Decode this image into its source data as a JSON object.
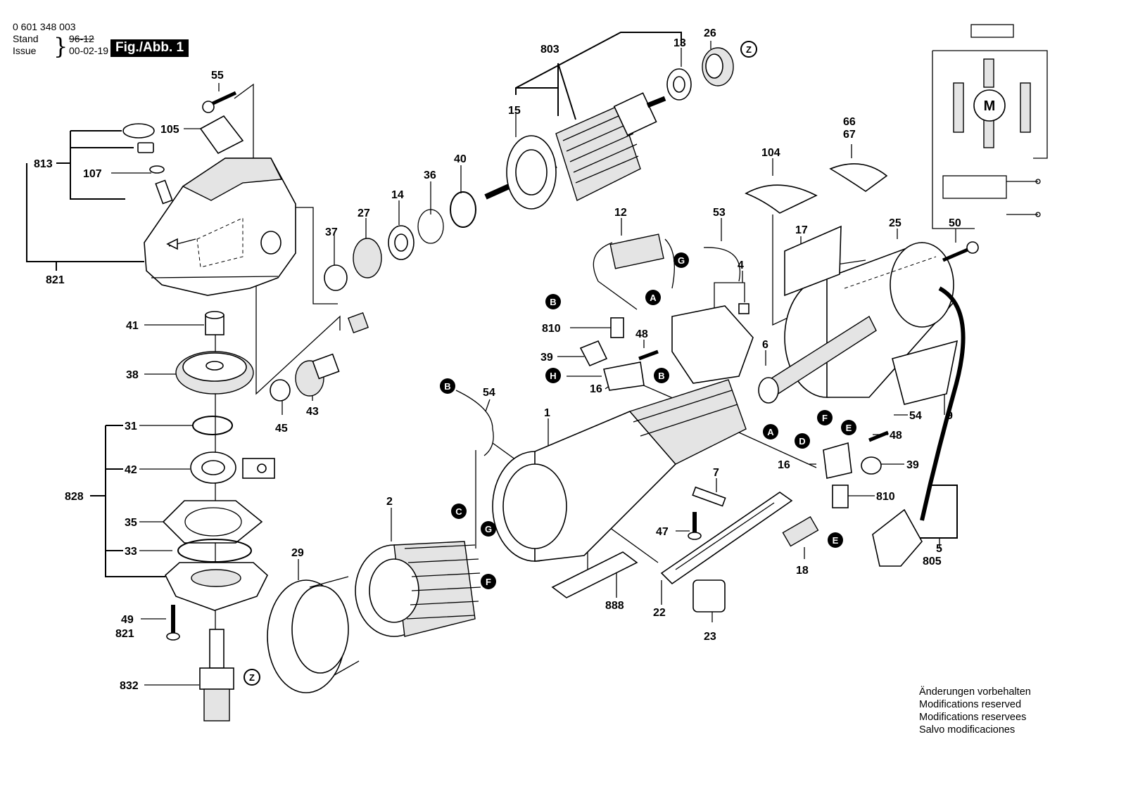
{
  "header": {
    "part_number": "0 601 348 003",
    "stand_label": "Stand",
    "stand_value": "96-12",
    "issue_label": "Issue",
    "issue_value": "00-02-19",
    "figure_badge": "Fig./Abb. 1"
  },
  "notice": [
    "Änderungen vorbehalten",
    "Modifications reserved",
    "Modifications reservees",
    "Salvo modificaciones"
  ],
  "labels": {
    "l803": "803",
    "l13": "13",
    "l26": "26",
    "l15": "15",
    "l55": "55",
    "l105": "105",
    "l813": "813",
    "l107": "107",
    "l821a": "821",
    "l37": "37",
    "l27": "27",
    "l14": "14",
    "l36": "36",
    "l40": "40",
    "l66": "66",
    "l67": "67",
    "l104": "104",
    "l12": "12",
    "l53": "53",
    "l17": "17",
    "l25": "25",
    "l50": "50",
    "l4": "4",
    "l810a": "810",
    "l48a": "48",
    "l39a": "39",
    "l16a": "16",
    "l6": "6",
    "l41": "41",
    "l38": "38",
    "l45": "45",
    "l43": "43",
    "l54a": "54",
    "l1": "1",
    "l31": "31",
    "l42": "42",
    "l828": "828",
    "l35": "35",
    "l33": "33",
    "l2": "2",
    "l29": "29",
    "l49": "49",
    "l821b": "821",
    "l832": "832",
    "l7": "7",
    "l47": "47",
    "l888": "888",
    "l22": "22",
    "l23": "23",
    "l18": "18",
    "l54b": "54",
    "l9": "9",
    "l48b": "48",
    "l16b": "16",
    "l39b": "39",
    "l810b": "810",
    "l5": "5",
    "l805": "805"
  },
  "letters": {
    "z1": "Z",
    "z2": "Z",
    "g1": "G",
    "g2": "G",
    "a1": "A",
    "a2": "A",
    "b1": "B",
    "b2": "B",
    "b3": "B",
    "h1": "H",
    "c1": "C",
    "f1": "F",
    "f2": "F",
    "e1": "E",
    "e2": "E",
    "d1": "D",
    "m": "M"
  }
}
